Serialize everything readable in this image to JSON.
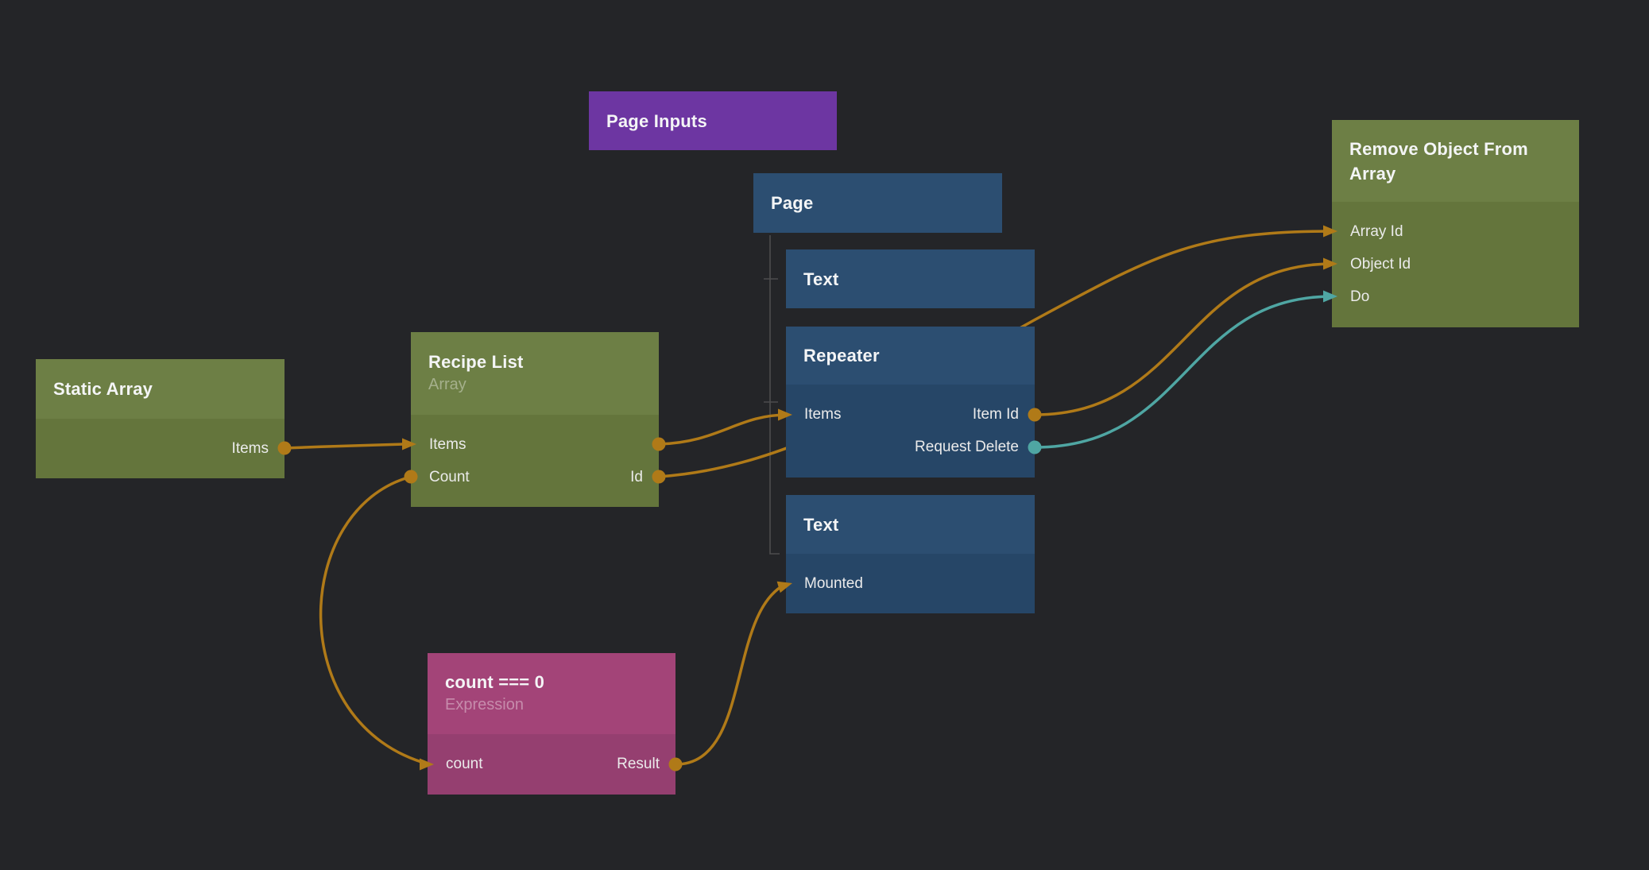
{
  "canvas": {
    "background": "#242528"
  },
  "colors": {
    "bg": "#242528",
    "orange": "#b07a18",
    "teal": "#4fa6a3",
    "tree": "#4d4d4d",
    "blue-header": "#2c4e71",
    "blue-body": "#264667",
    "green-header": "#6d7f45",
    "green-body": "#64753c",
    "pink-header": "#a34478",
    "pink-body": "#953f70",
    "purple": "#6d36a2"
  },
  "nodes": {
    "page_inputs": {
      "title": "Page Inputs",
      "type": "component",
      "color": "purple"
    },
    "page": {
      "title": "Page",
      "type": "visual",
      "color": "blue"
    },
    "text1": {
      "title": "Text",
      "type": "visual",
      "color": "blue"
    },
    "repeater": {
      "title": "Repeater",
      "type": "visual",
      "color": "blue",
      "ports": {
        "items": "Items",
        "item_id": "Item Id",
        "request_delete": "Request Delete"
      }
    },
    "text2": {
      "title": "Text",
      "type": "visual",
      "color": "blue",
      "ports": {
        "mounted": "Mounted"
      }
    },
    "static_array": {
      "title": "Static Array",
      "type": "data",
      "color": "green",
      "ports": {
        "items": "Items"
      }
    },
    "recipe_list": {
      "title": "Recipe List",
      "subtitle": "Array",
      "type": "data",
      "color": "green",
      "ports": {
        "items": "Items",
        "count": "Count",
        "id": "Id"
      }
    },
    "remove_object": {
      "title": "Remove Object From Array",
      "type": "data",
      "color": "green",
      "ports": {
        "array_id": "Array Id",
        "object_id": "Object Id",
        "do": "Do"
      }
    },
    "expression": {
      "title": "count === 0",
      "subtitle": "Expression",
      "type": "logic",
      "color": "pink",
      "ports": {
        "count": "count",
        "result": "Result"
      }
    }
  },
  "hierarchy": {
    "parent": "Page",
    "children": [
      "Text",
      "Repeater",
      "Text"
    ]
  },
  "connections": [
    {
      "from": "Static Array.Items",
      "to": "Recipe List.Items",
      "color": "orange"
    },
    {
      "from": "Recipe List.Items",
      "to": "Repeater.Items",
      "color": "orange"
    },
    {
      "from": "Recipe List.Id",
      "to": "Remove Object From Array.Array Id",
      "color": "orange"
    },
    {
      "from": "Repeater.Item Id",
      "to": "Remove Object From Array.Object Id",
      "color": "orange"
    },
    {
      "from": "Repeater.Request Delete",
      "to": "Remove Object From Array.Do",
      "color": "teal"
    },
    {
      "from": "Recipe List.Count",
      "to": "count === 0.count",
      "color": "orange"
    },
    {
      "from": "count === 0.Result",
      "to": "Text.Mounted",
      "color": "orange"
    }
  ]
}
